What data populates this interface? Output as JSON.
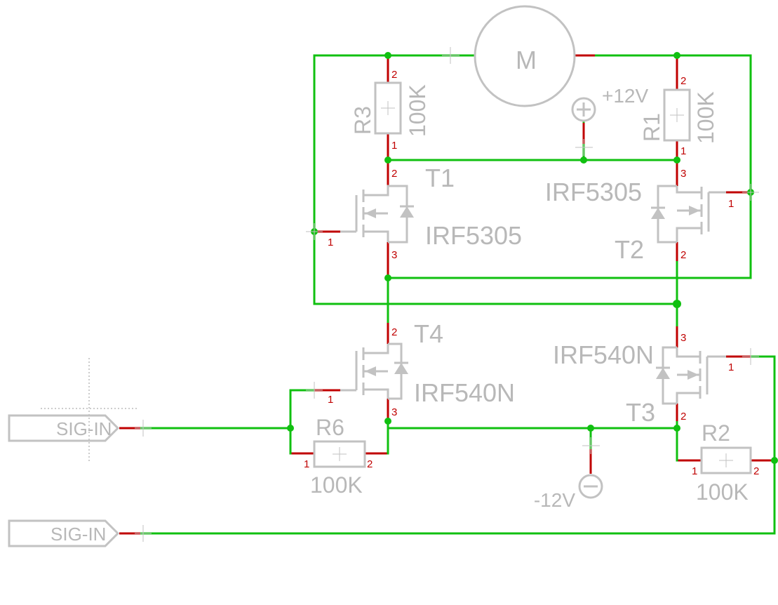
{
  "motor": {
    "label": "M"
  },
  "supply": {
    "positive": "+12V",
    "negative": "-12V"
  },
  "inputs": [
    {
      "label": "SIG-IN"
    },
    {
      "label": "SIG-IN"
    }
  ],
  "resistors": [
    {
      "name": "R3",
      "value": "100K",
      "pins": [
        "2",
        "1"
      ]
    },
    {
      "name": "R1",
      "value": "100K",
      "pins": [
        "2",
        "1"
      ]
    },
    {
      "name": "R6",
      "value": "100K",
      "pins": [
        "1",
        "2"
      ]
    },
    {
      "name": "R2",
      "value": "100K",
      "pins": [
        "1",
        "2"
      ]
    }
  ],
  "transistors": [
    {
      "name": "T1",
      "part": "IRF5305",
      "pins": [
        "2",
        "1",
        "3"
      ]
    },
    {
      "name": "T2",
      "part": "IRF5305",
      "pins": [
        "3",
        "1",
        "2"
      ]
    },
    {
      "name": "T4",
      "part": "IRF540N",
      "pins": [
        "2",
        "1",
        "3"
      ]
    },
    {
      "name": "T3",
      "part": "IRF540N",
      "pins": [
        "3",
        "1",
        "2"
      ]
    }
  ]
}
